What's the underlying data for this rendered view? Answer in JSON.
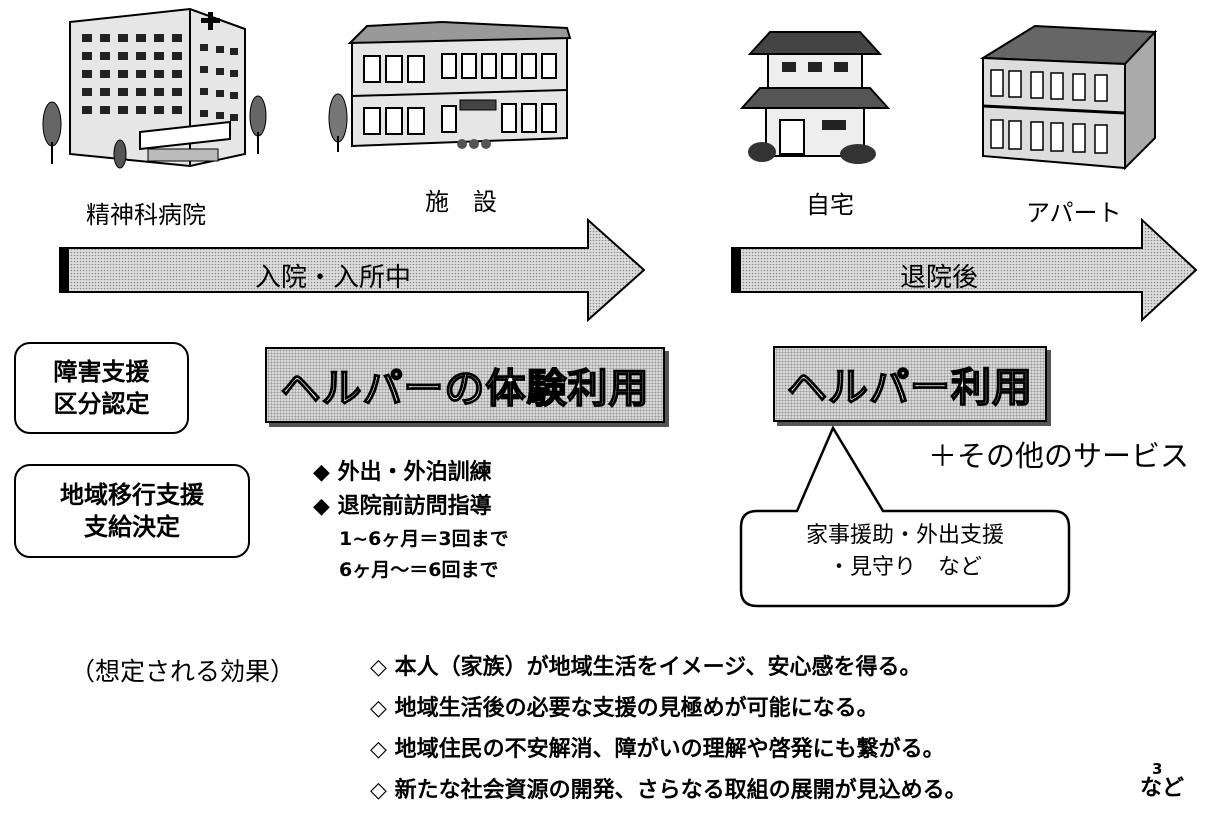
{
  "buildings": {
    "hospital": "精神科病院",
    "facility": "施　設",
    "home": "自宅",
    "apartment": "アパート"
  },
  "arrows": {
    "during": "入院・入所中",
    "after": "退院後"
  },
  "left_boxes": {
    "classification_line1": "障害支援",
    "classification_line2": "区分認定",
    "transition_line1": "地域移行支援",
    "transition_line2": "支給決定"
  },
  "helper_trial": "ヘルパーの体験利用",
  "helper_use": "ヘルパー利用",
  "other_services": "＋その他のサービス",
  "trial_items": {
    "item1": "外出・外泊訓練",
    "item2": "退院前訪問指導",
    "sub1": "1~6ヶ月＝3回まで",
    "sub2": "6ヶ月～＝6回まで",
    "bullet": "◆"
  },
  "callout": {
    "line1": "家事援助・外出支援",
    "line2": "・見守り　など"
  },
  "effects": {
    "heading": "（想定される効果）",
    "marker": "◇",
    "items": [
      "本人（家族）が地域生活をイメージ、安心感を得る。",
      "地域生活後の必要な支援の見極めが可能になる。",
      "地域住民の不安解消、障がいの理解や啓発にも繋がる。",
      "新たな社会資源の開発、さらなる取組の展開が見込める。"
    ],
    "suffix": "など",
    "page_number": "3"
  }
}
